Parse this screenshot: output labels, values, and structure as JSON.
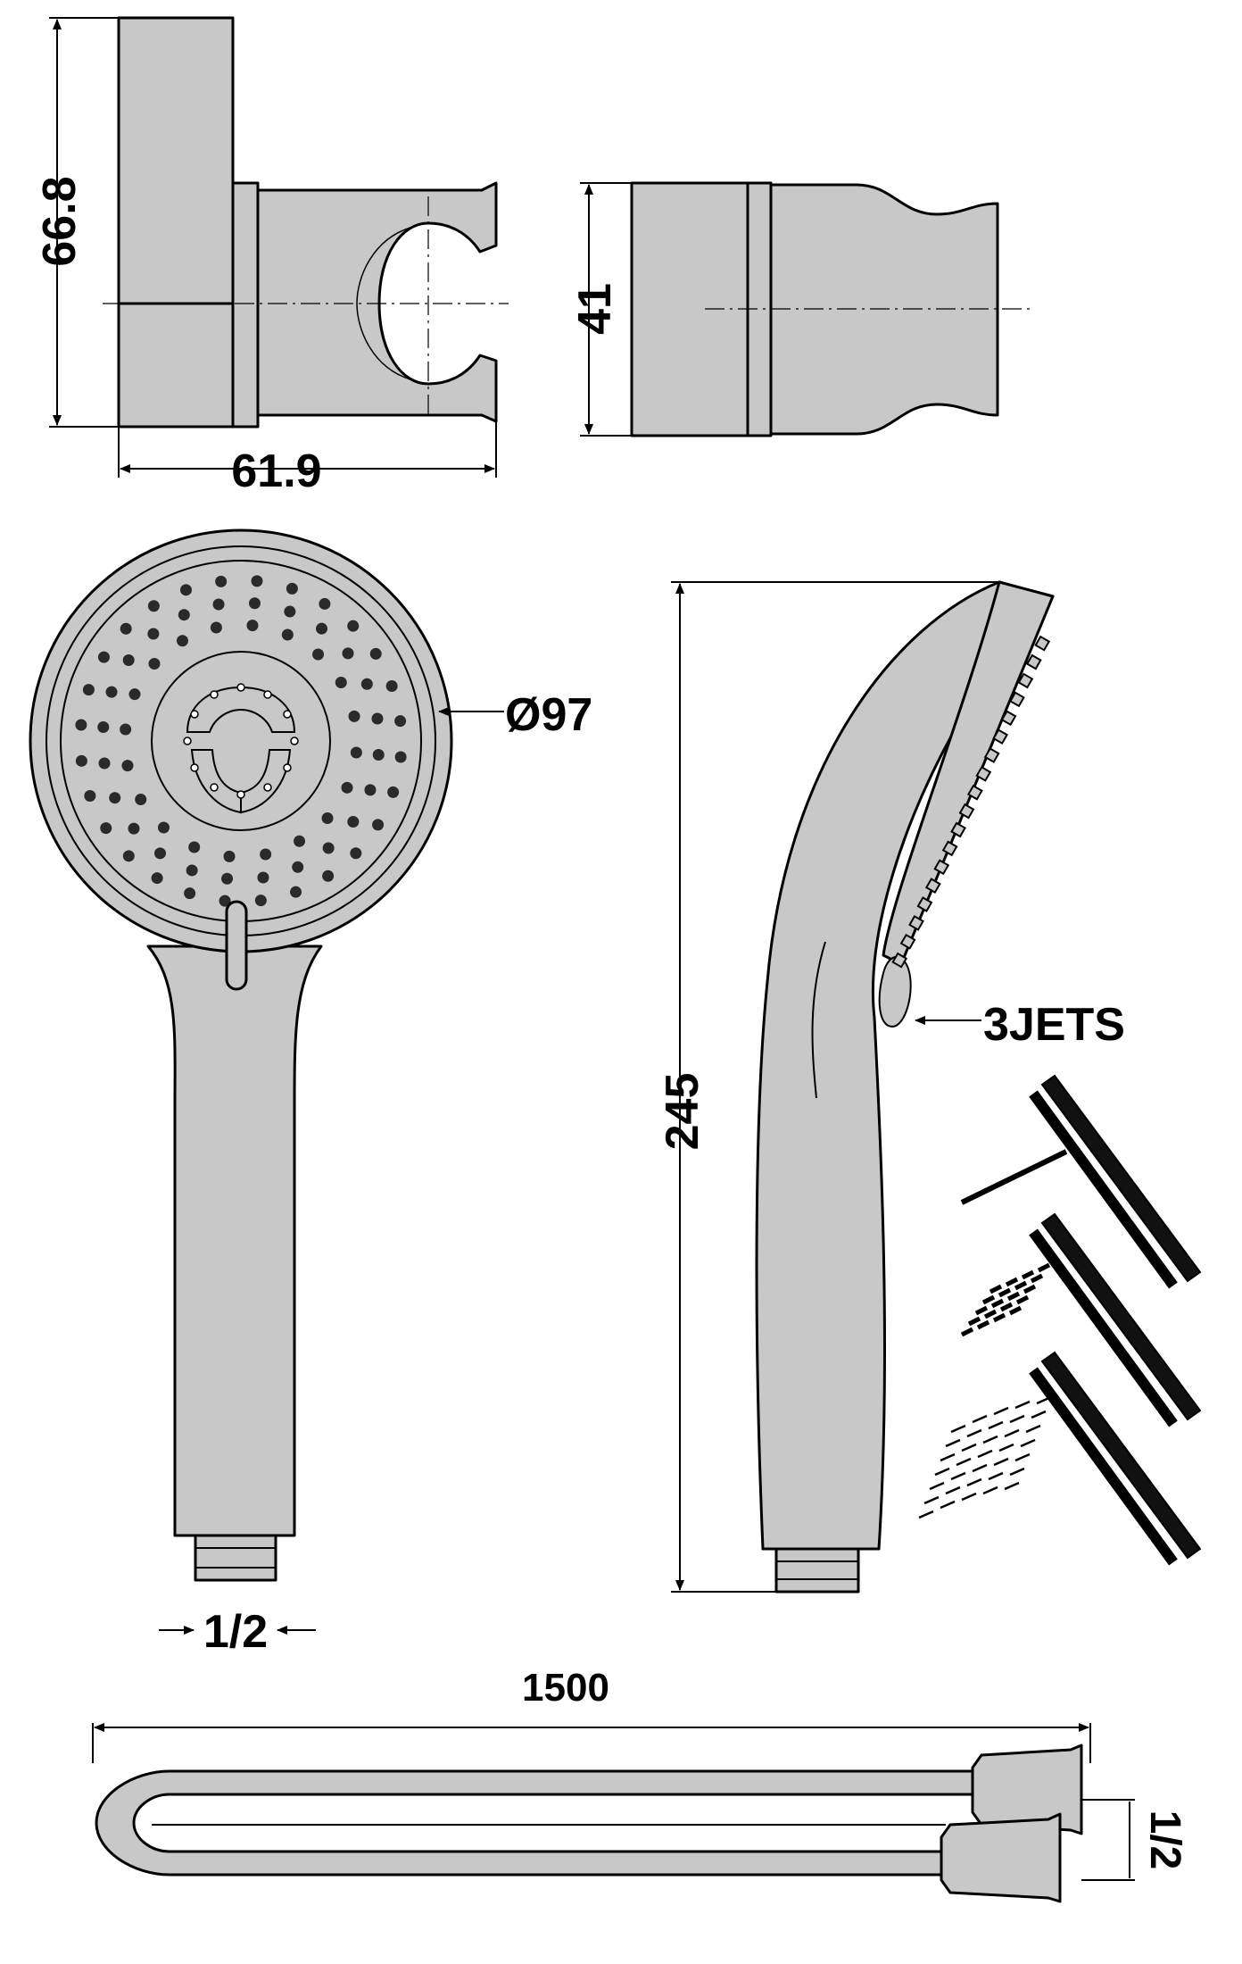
{
  "dimensions": {
    "holder_height": "66.8",
    "holder_width": "61.9",
    "holder_depth": "41",
    "head_diameter": "Ø97",
    "handset_length": "245",
    "thread_handset": "1/2",
    "hose_length": "1500",
    "thread_hose": "1/2"
  },
  "callouts": {
    "jets": "3JETS"
  },
  "icons": {
    "spray_modes": [
      "jet-spray-mode-icon",
      "massage-spray-mode-icon",
      "rain-spray-mode-icon"
    ]
  },
  "colors": {
    "part_fill": "#c8c8c8",
    "outline": "#000000",
    "hole": "#2a2a2a"
  }
}
